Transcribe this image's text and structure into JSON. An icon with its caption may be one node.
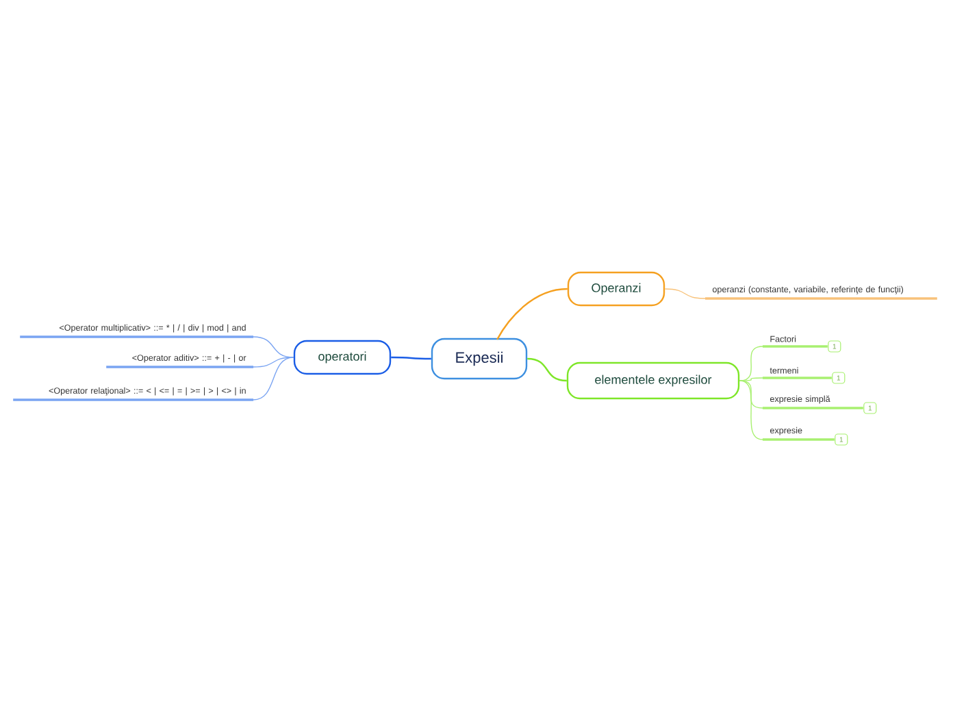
{
  "diagram": {
    "nodes": [
      {
        "text": [
          "Expesii"
        ]
      },
      {
        "text": [
          "Operanzi"
        ]
      },
      {
        "text": [
          "operanzi (constante, variabile, referinţe de funcţii)"
        ]
      },
      {
        "text": [
          "elementele expresilor"
        ]
      },
      {
        "text": [
          "Factori"
        ],
        "beside": [
          "1"
        ]
      },
      {
        "text": [
          "termeni"
        ],
        "beside": [
          "1"
        ]
      },
      {
        "text": [
          "expresie simplă"
        ],
        "beside": [
          "1"
        ]
      },
      {
        "text": [
          "expresie"
        ],
        "beside": [
          "1"
        ]
      },
      {
        "text": [
          "operatori"
        ]
      },
      {
        "text": [
          "<Operator multiplicativ> ::= * | / | div | mod | and"
        ]
      },
      {
        "text": [
          "<Operator aditiv> ::= + | - | or"
        ]
      },
      {
        "text": [
          "<Operator relaţional> ::= < | <= | = | >= | > | <> | in"
        ]
      }
    ],
    "edges": [
      {
        "from": 0,
        "to": 1,
        "arrow": "none",
        "color": "#f5a020"
      },
      {
        "from": 1,
        "to": 2,
        "arrow": "none",
        "color": "#f8c27a"
      },
      {
        "from": 0,
        "to": 3,
        "arrow": "none",
        "color": "#7ee628"
      },
      {
        "from": 3,
        "to": 4,
        "arrow": "none",
        "color": "#a8f070"
      },
      {
        "from": 3,
        "to": 5,
        "arrow": "none",
        "color": "#a8f070"
      },
      {
        "from": 3,
        "to": 6,
        "arrow": "none",
        "color": "#a8f070"
      },
      {
        "from": 3,
        "to": 7,
        "arrow": "none",
        "color": "#a8f070"
      },
      {
        "from": 0,
        "to": 8,
        "arrow": "none",
        "color": "#1a5de6"
      },
      {
        "from": 8,
        "to": 9,
        "arrow": "none",
        "color": "#7aa4f2"
      },
      {
        "from": 8,
        "to": 10,
        "arrow": "none",
        "color": "#7aa4f2"
      },
      {
        "from": 8,
        "to": 11,
        "arrow": "none",
        "color": "#7aa4f2"
      }
    ]
  }
}
